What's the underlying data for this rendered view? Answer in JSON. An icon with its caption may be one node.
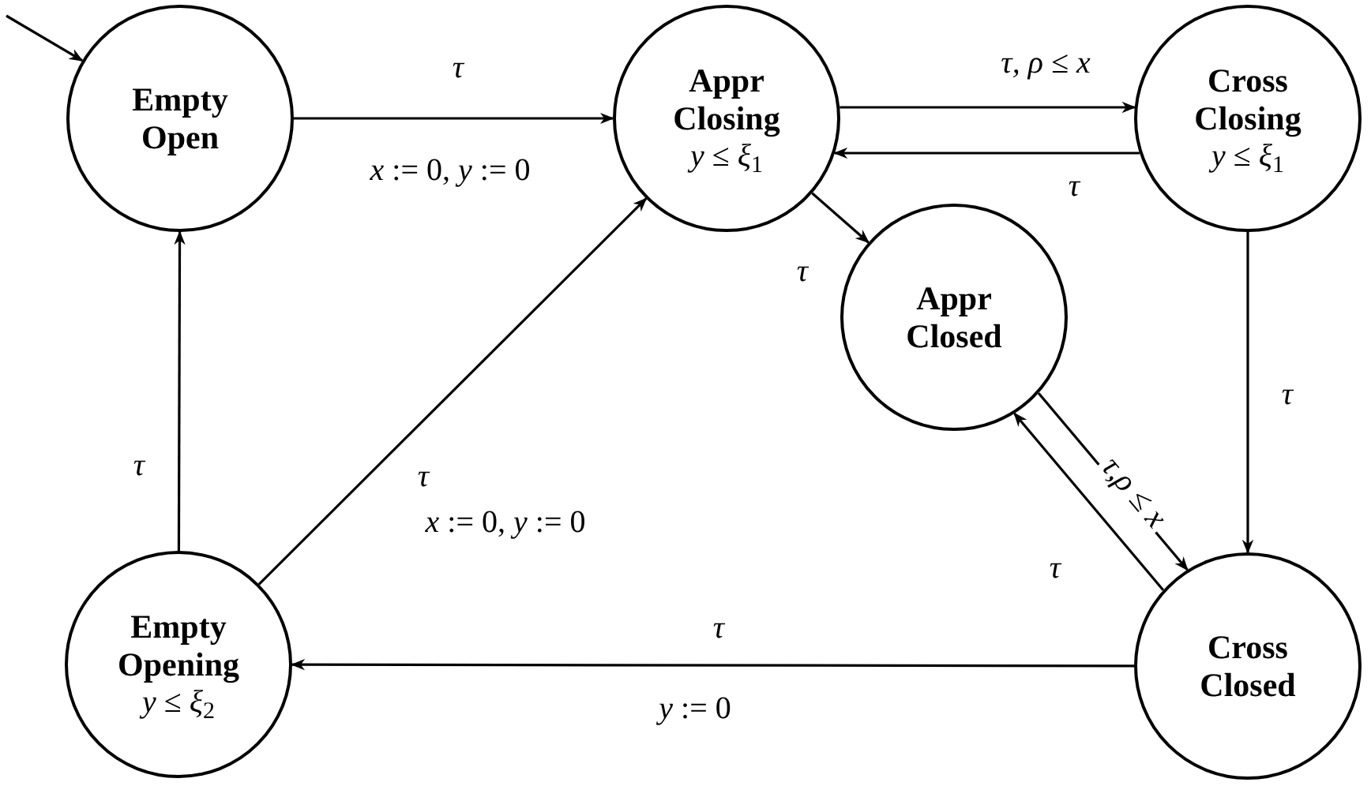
{
  "diagram": {
    "nodes": [
      {
        "text": [
          "Empty Open"
        ]
      },
      {
        "text": [
          "Appr Closing",
          "*y* ≤ *ξ*$_{1}$"
        ]
      },
      {
        "text": [
          "Cross Closing",
          "*y* ≤ *ξ*$_{1}$"
        ]
      },
      {
        "text": [
          "Appr Closed"
        ]
      },
      {
        "text": [
          "Empty Opening",
          "*y* ≤ *ξ*$_{2}$"
        ]
      },
      {
        "text": [
          "Cross Closed"
        ]
      }
    ],
    "edges": [
      {
        "from": null,
        "to": 0,
        "arrow": "to"
      },
      {
        "from": 0,
        "to": 1,
        "arrow": "to",
        "label": "τ"
      },
      {
        "from": 1,
        "to": 2,
        "arrow": "to",
        "label": "*τ*,  *ρ* ≤ *x*"
      },
      {
        "from": 2,
        "to": 1,
        "arrow": "to",
        "label": "τ"
      },
      {
        "from": 1,
        "to": 3,
        "arrow": "to",
        "label": "τ"
      },
      {
        "from": 2,
        "to": 5,
        "arrow": "to",
        "label": "τ"
      },
      {
        "from": 3,
        "to": 5,
        "arrow": "to",
        "label": "*τ*,*ρ* ≤ *x*"
      },
      {
        "from": 5,
        "to": 3,
        "arrow": "to",
        "label": "τ"
      },
      {
        "from": 5,
        "to": 4,
        "arrow": "to",
        "label": "τ"
      },
      {
        "from": 4,
        "to": 0,
        "arrow": "to",
        "label": "τ"
      },
      {
        "from": 4,
        "to": 1,
        "arrow": "to",
        "label": "τ"
      }
    ],
    "labels": [
      "*x* := 0,  *y* := 0",
      "*x* := 0,  *y* := 0",
      "*y* := 0"
    ]
  }
}
